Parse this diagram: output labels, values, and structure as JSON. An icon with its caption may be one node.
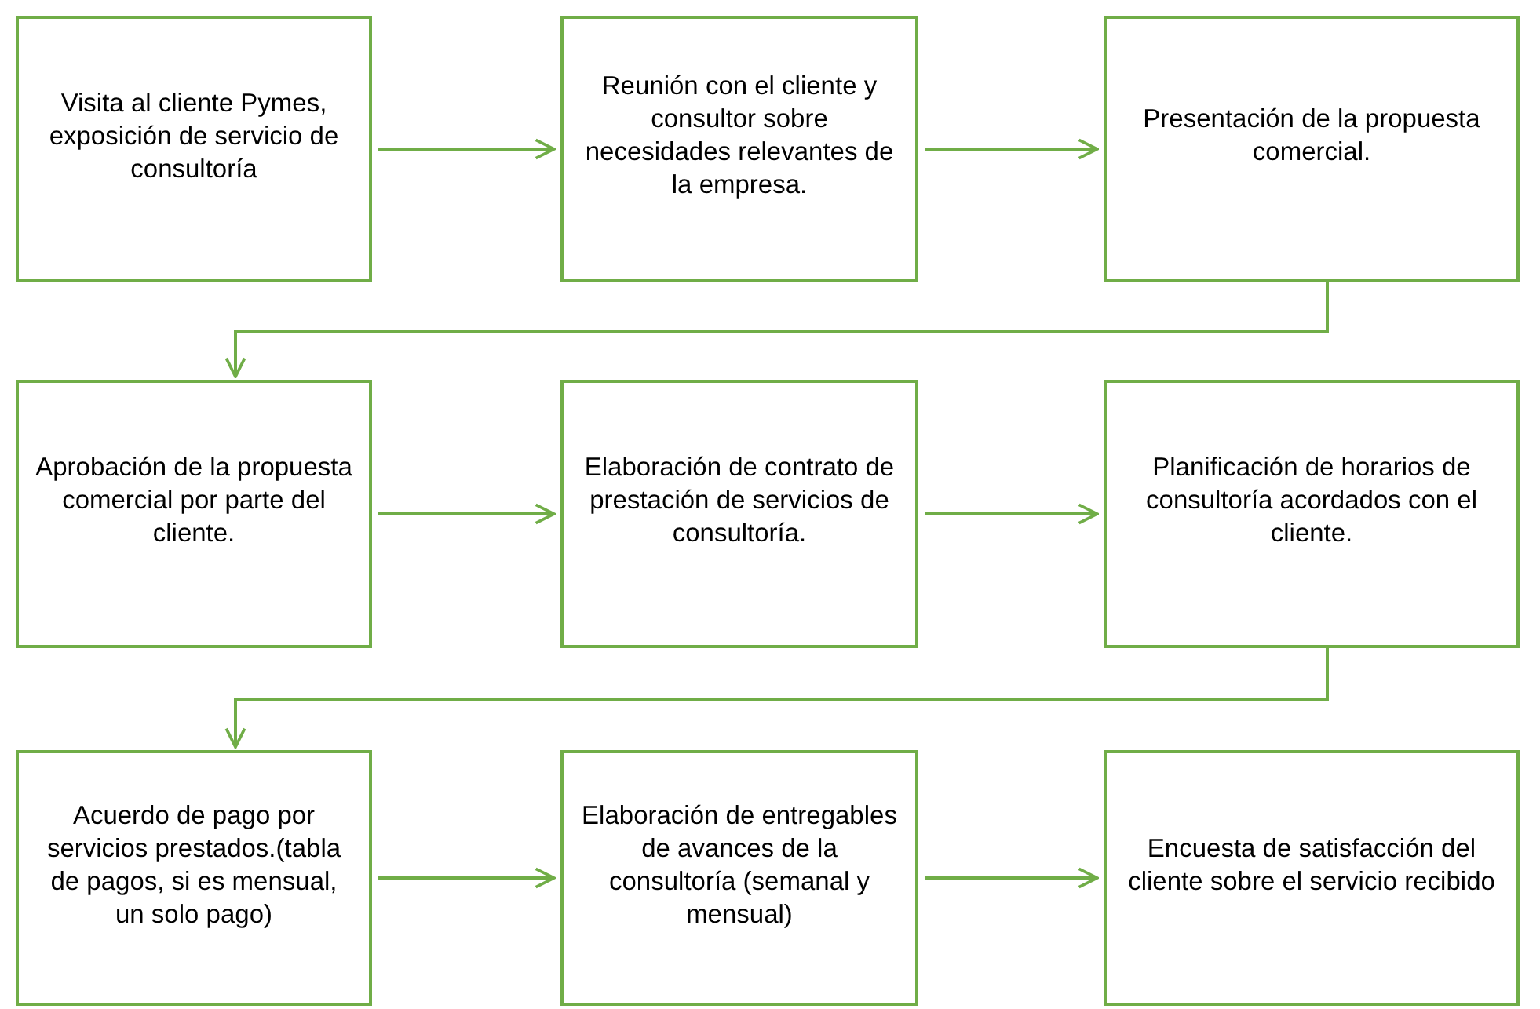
{
  "diagram": {
    "nodes": [
      {
        "text": [
          "Visita al cliente Pymes, exposición de servicio de consultoría"
        ]
      },
      {
        "text": [
          "Reunión con el cliente y consultor sobre necesidades relevantes de la empresa."
        ]
      },
      {
        "text": [
          "Presentación de la propuesta comercial."
        ]
      },
      {
        "text": [
          "Aprobación de la propuesta comercial por parte del cliente."
        ]
      },
      {
        "text": [
          "Elaboración de contrato de prestación de servicios de consultoría."
        ]
      },
      {
        "text": [
          "Planificación de horarios de consultoría acordados con el cliente."
        ]
      },
      {
        "text": [
          "Acuerdo de pago por servicios prestados.(tabla de pagos, si es mensual, un solo pago)"
        ]
      },
      {
        "text": [
          "Elaboración de entregables de avances de la consultoría (semanal y mensual)"
        ]
      },
      {
        "text": [
          "Encuesta de satisfacción del cliente sobre el servicio recibido"
        ]
      }
    ],
    "edges": [
      {
        "from": 0,
        "to": 1,
        "arrow": "to"
      },
      {
        "from": 1,
        "to": 2,
        "arrow": "to"
      },
      {
        "from": 2,
        "to": 3,
        "arrow": "to"
      },
      {
        "from": 3,
        "to": 4,
        "arrow": "to"
      },
      {
        "from": 4,
        "to": 5,
        "arrow": "to"
      },
      {
        "from": 5,
        "to": 6,
        "arrow": "to"
      },
      {
        "from": 6,
        "to": 7,
        "arrow": "to"
      },
      {
        "from": 7,
        "to": 8,
        "arrow": "to"
      }
    ]
  }
}
